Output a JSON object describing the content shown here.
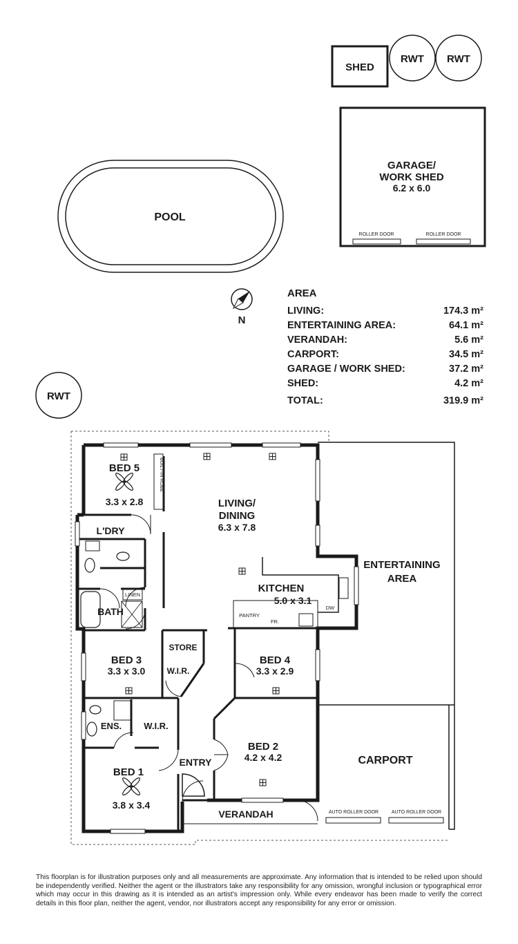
{
  "labels": {
    "shed": "SHED",
    "rwt": "RWT",
    "pool": "POOL",
    "garage_l1": "GARAGE/",
    "garage_l2": "WORK SHED",
    "garage_dim": "6.2 x 6.0",
    "roller_door": "ROLLER DOOR",
    "north": "N",
    "bed5": "BED 5",
    "bed5_dim": "3.3 x 2.8",
    "built_in_robe": "BUILT-IN ROBE",
    "living_l1": "LIVING/",
    "living_l2": "DINING",
    "living_dim": "6.3 x 7.8",
    "laundry": "L'DRY",
    "kitchen": "KITCHEN",
    "kitchen_dim": "5.0 x 3.1",
    "pantry": "PANTRY",
    "fridge": "FR.",
    "dw": "DW",
    "linen": "LINEN",
    "bath": "BATH",
    "entertaining_l1": "ENTERTAINING",
    "entertaining_l2": "AREA",
    "store": "STORE",
    "wir": "W.I.R.",
    "bed3": "BED 3",
    "bed3_dim": "3.3 x 3.0",
    "bed4": "BED 4",
    "bed4_dim": "3.3 x 2.9",
    "ens": "ENS.",
    "bed2": "BED 2",
    "bed2_dim": "4.2 x 4.2",
    "carport": "CARPORT",
    "entry": "ENTRY",
    "bed1": "BED 1",
    "bed1_dim": "3.8 x 3.4",
    "verandah": "VERANDAH",
    "auto_roller_door": "AUTO ROLLER DOOR"
  },
  "area": {
    "title": "AREA",
    "unit": "m²",
    "rows": [
      {
        "label": "LIVING:",
        "value": "174.3"
      },
      {
        "label": "ENTERTAINING AREA:",
        "value": "64.1"
      },
      {
        "label": "VERANDAH:",
        "value": "5.6"
      },
      {
        "label": "CARPORT:",
        "value": "34.5"
      },
      {
        "label": "GARAGE / WORK SHED:",
        "value": "37.2"
      },
      {
        "label": "SHED:",
        "value": "4.2"
      }
    ],
    "total": {
      "label": "TOTAL:",
      "value": "319.9"
    }
  },
  "disclaimer": "This floorplan is for illustration purposes only and all measurements are approximate. Any information that is intended to be relied upon should be independently verified. Neither the agent or the illustrators take any responsibility for any omission, wrongful inclusion or typographical error which may occur in this drawing as it is intended as an artist's impression only. While every endeavor has been made to verify the correct details in this floor plan, neither the agent, vendor, nor illustrators accept any responsibility for any error or omission."
}
